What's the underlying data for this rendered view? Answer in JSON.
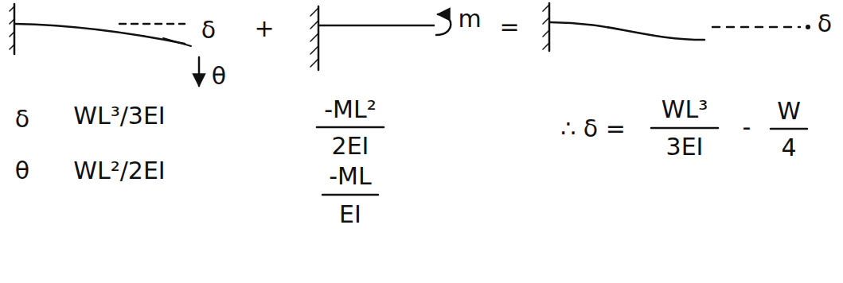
{
  "diagram": {
    "labels": [
      "δ",
      "θ",
      "+",
      "m",
      "=",
      "δ",
      "δ",
      "θ",
      "WL³/3EI",
      "WL²/2EI",
      "-ML²",
      "2EI",
      "-ML",
      "EI",
      "∴ δ =",
      "WL³",
      "3EI",
      "-",
      "W",
      "4"
    ]
  }
}
